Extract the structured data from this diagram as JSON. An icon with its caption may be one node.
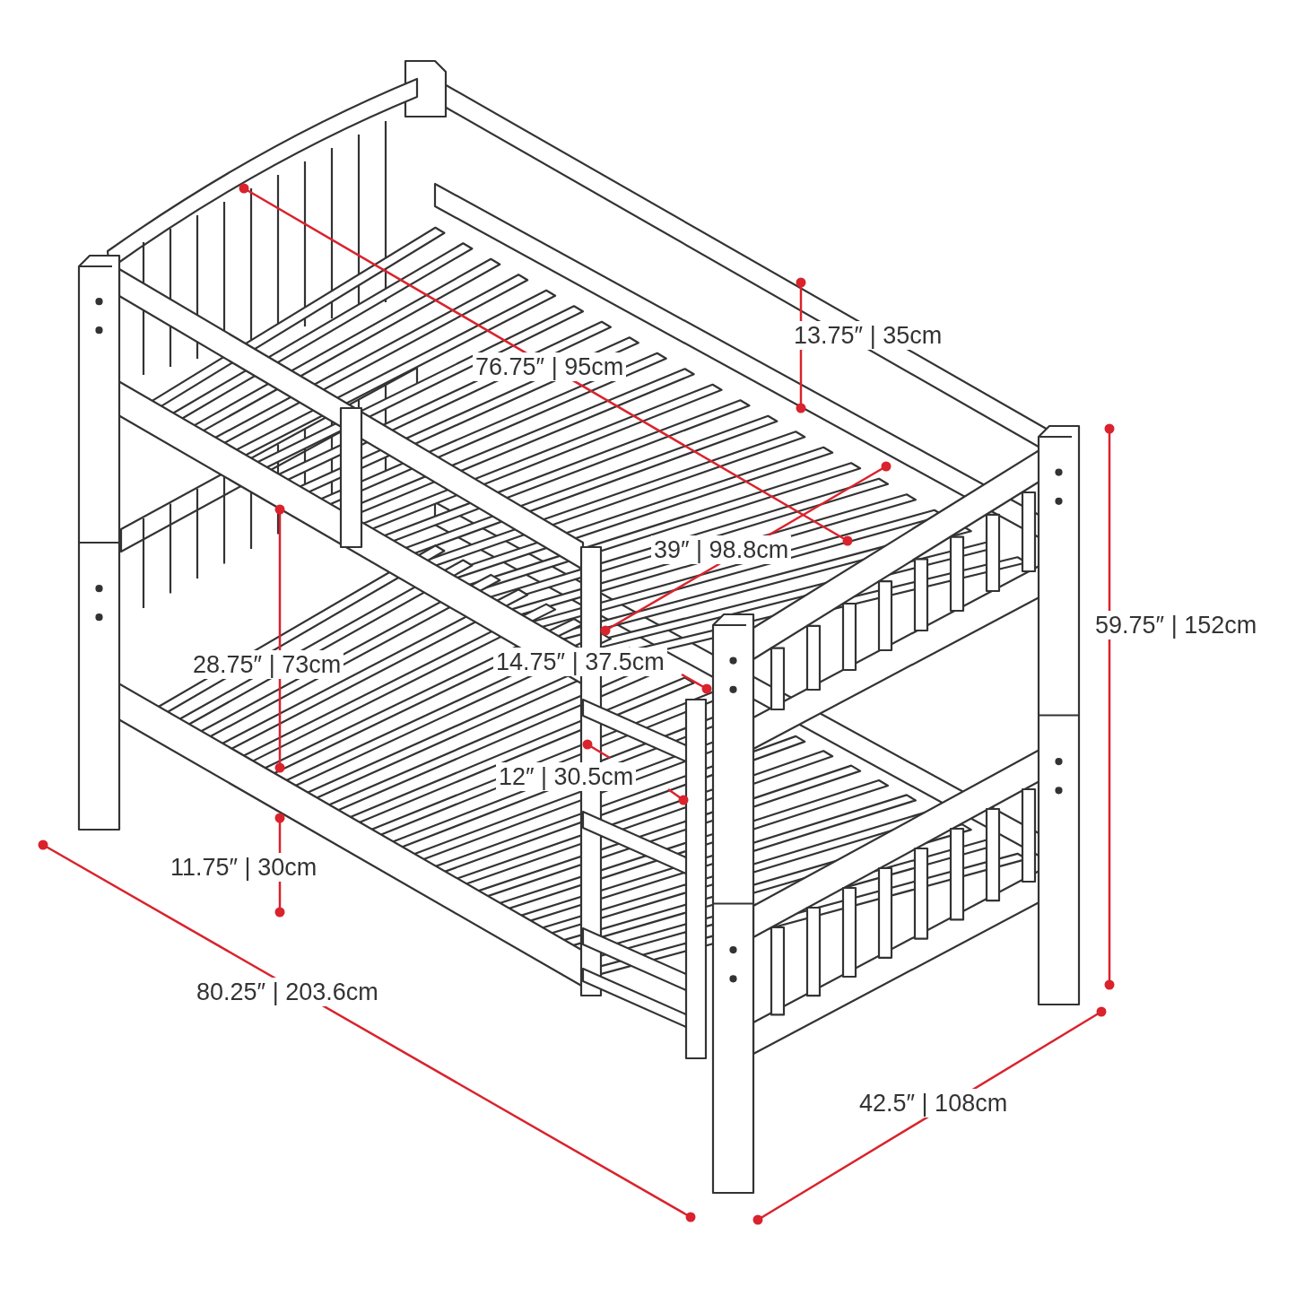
{
  "diagram": {
    "labels": [
      "13.75″ | 35cm",
      "76.75″ | 95cm",
      "39″ | 98.8cm",
      "59.75″ | 152cm",
      "28.75″ | 73cm",
      "14.75″ | 37.5cm",
      "12″ | 30.5cm",
      "11.75″ | 30cm",
      "80.25″ | 203.6cm",
      "42.5″ | 108cm"
    ]
  }
}
